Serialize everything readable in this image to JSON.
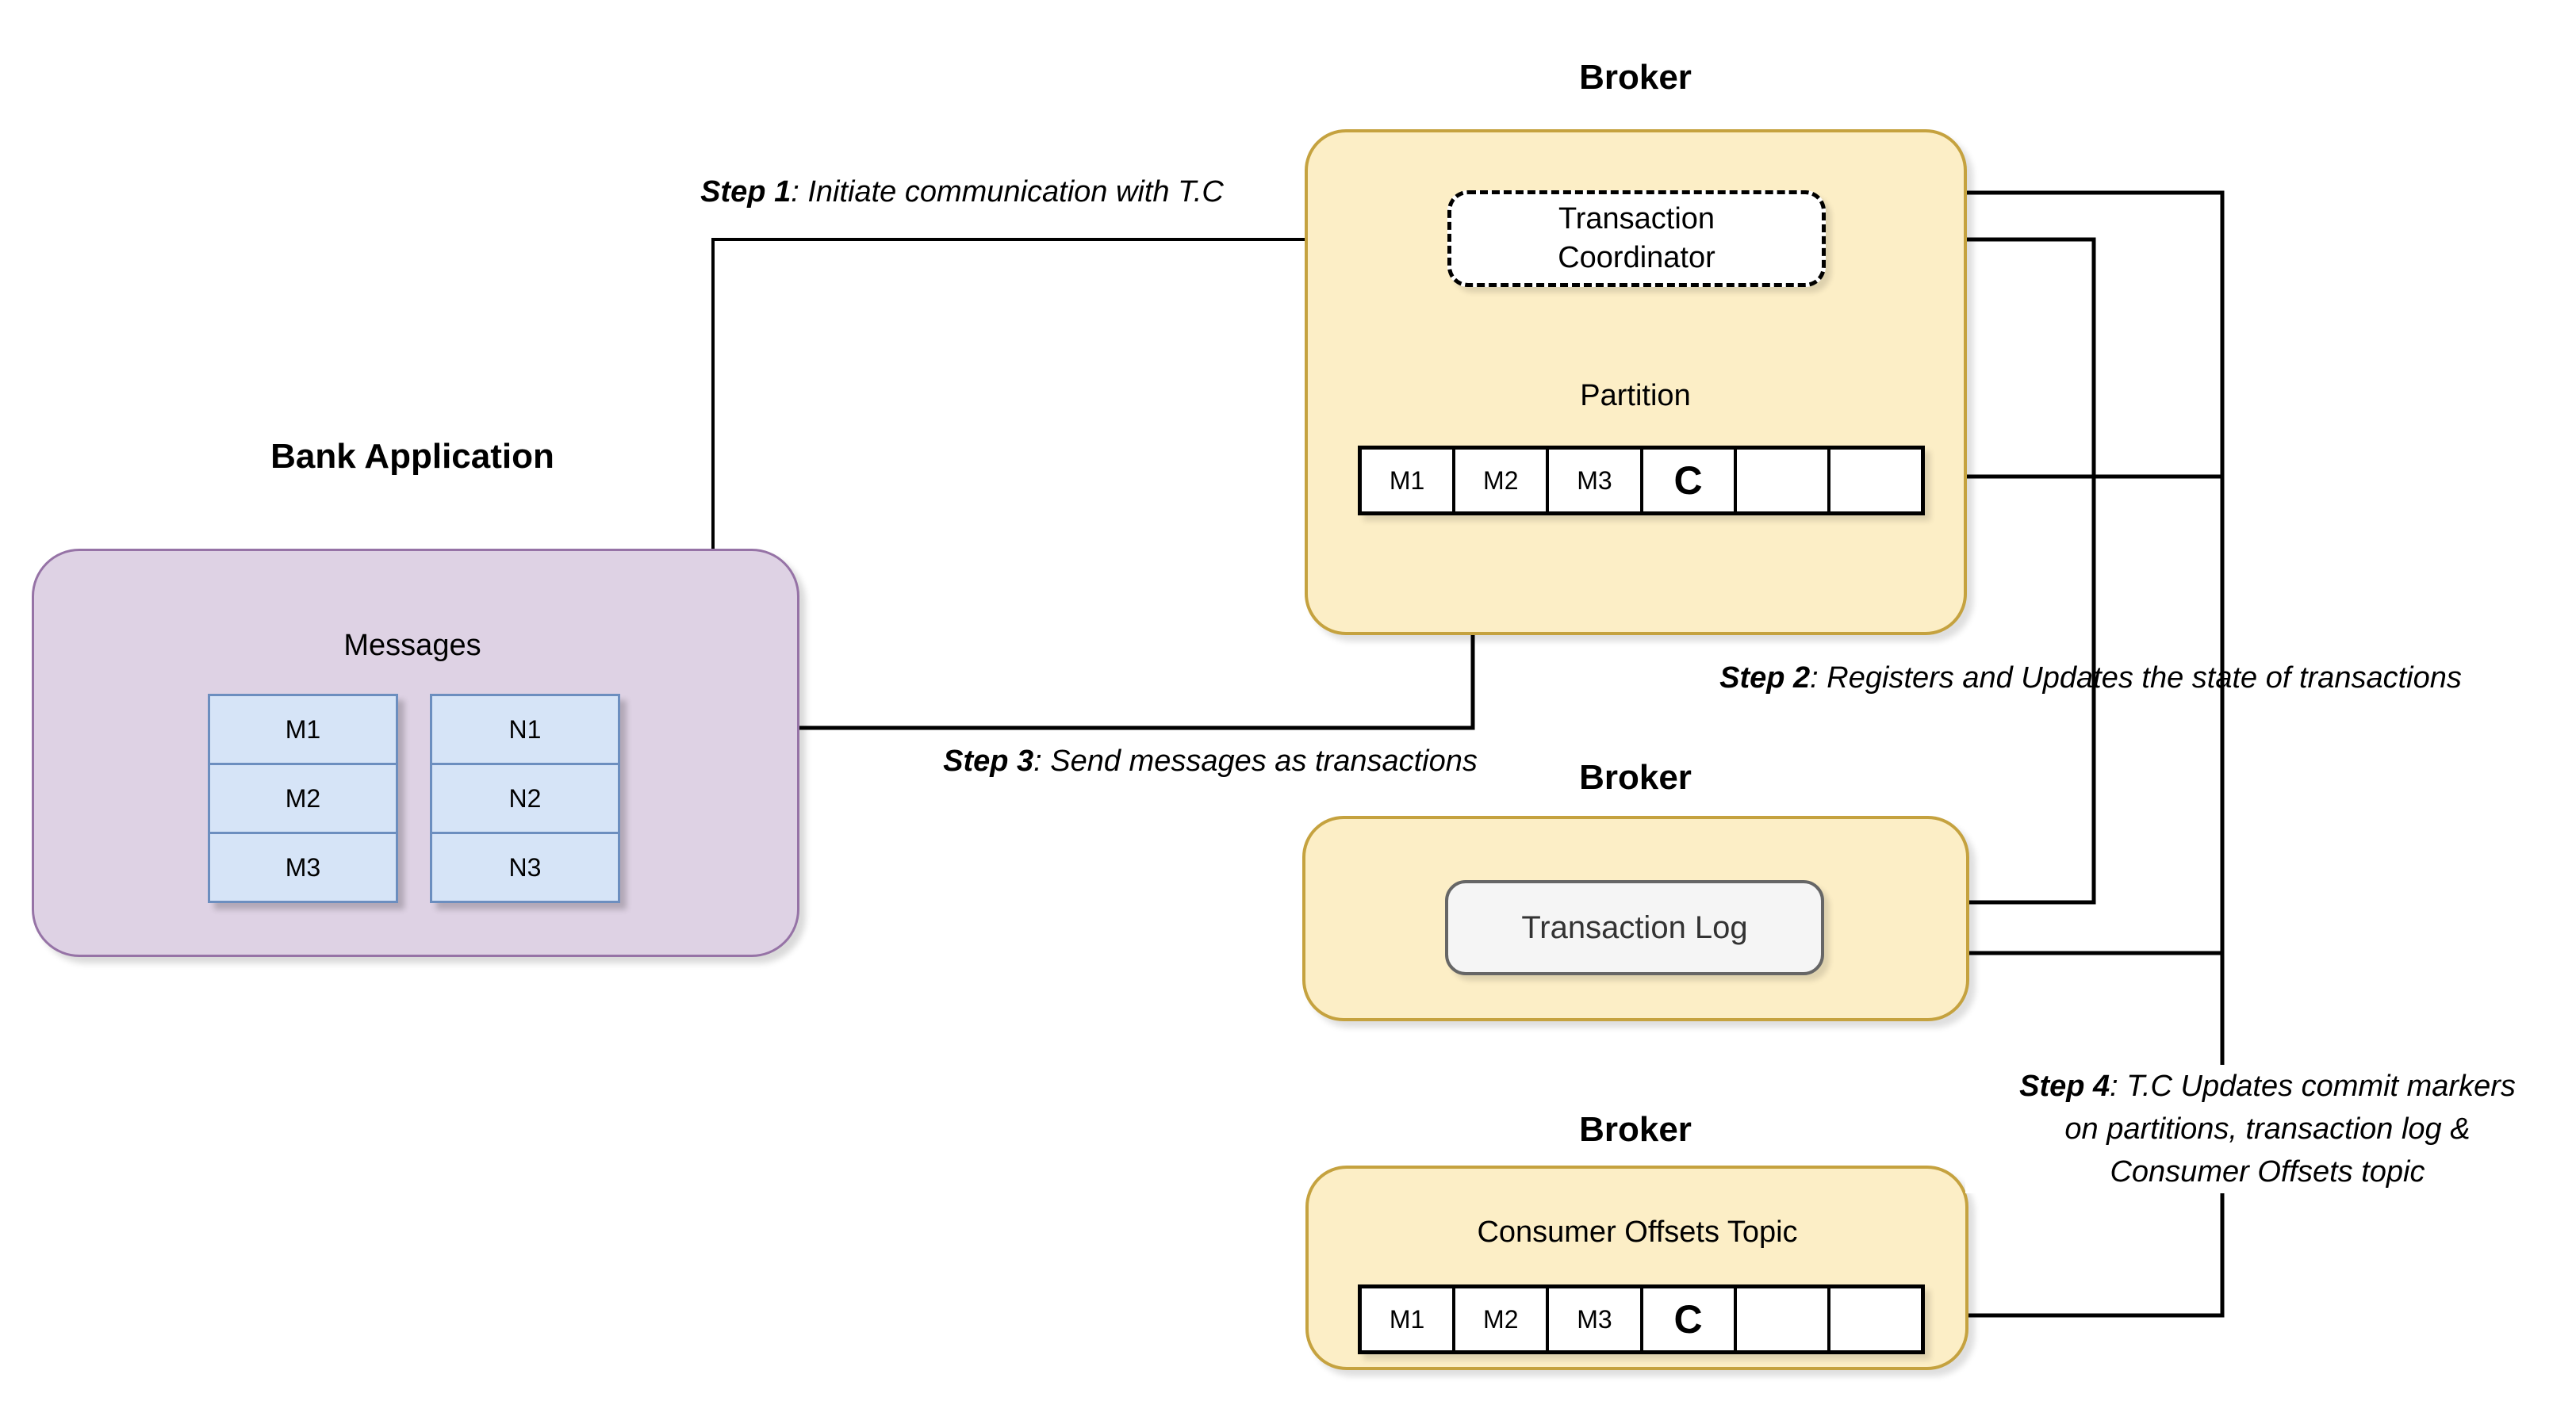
{
  "bank": {
    "title": "Bank Application",
    "messages_label": "Messages",
    "m_cells": [
      "M1",
      "M2",
      "M3"
    ],
    "n_cells": [
      "N1",
      "N2",
      "N3"
    ]
  },
  "top_broker": {
    "title": "Broker",
    "coordinator_label": "Transaction Coordinator",
    "partition_label": "Partition",
    "cells": [
      "M1",
      "M2",
      "M3",
      "C",
      "",
      ""
    ]
  },
  "middle_broker": {
    "title": "Broker",
    "log_label": "Transaction Log"
  },
  "bottom_broker": {
    "title": "Broker",
    "offsets_label": "Consumer Offsets Topic",
    "cells": [
      "M1",
      "M2",
      "M3",
      "C",
      "",
      ""
    ]
  },
  "steps": {
    "s1": {
      "prefix": "Step 1",
      "rest": ": Initiate communication with T.C"
    },
    "s2": {
      "prefix": "Step 2",
      "rest": ": Registers and Updates the state of transactions"
    },
    "s3": {
      "prefix": "Step 3",
      "rest": ": Send messages as transactions"
    },
    "s4": {
      "prefix": "Step 4",
      "rest": ": T.C Updates commit markers",
      "line2": "on partitions, transaction log &",
      "line3": "Consumer Offsets topic"
    }
  },
  "colors": {
    "bank_fill": "#DED2E4",
    "bank_border": "#9673A6",
    "message_cell_fill": "#D6E4F7",
    "message_cell_border": "#6C8EBF",
    "broker_fill": "#FCEEC6",
    "broker_border": "#C5A23F",
    "log_fill": "#F5F5F5",
    "log_border": "#666666",
    "connector": "#000000"
  }
}
